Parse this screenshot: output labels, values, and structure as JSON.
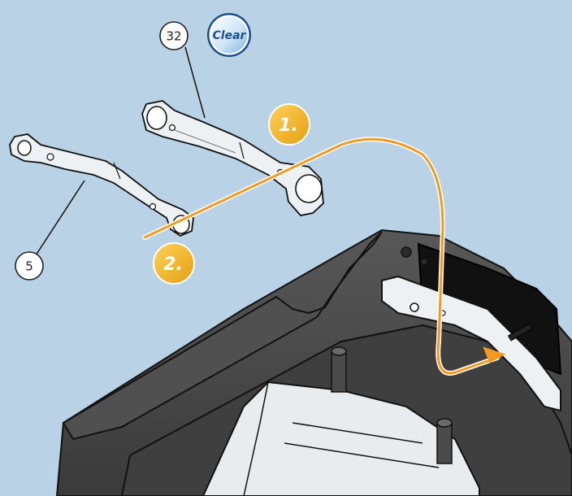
{
  "colors": {
    "background": "#b9d2e6",
    "part_dark": "#4a4a4a",
    "part_outline": "#111111",
    "part_light": "#eef1f4",
    "arrow": "#f29a1f",
    "step_badge": "#f2b51c"
  },
  "callouts": [
    {
      "id": "part-32",
      "number": "32"
    },
    {
      "id": "part-5",
      "number": "5"
    }
  ],
  "clear_badge": {
    "label": "Clear"
  },
  "steps": [
    {
      "label": "1."
    },
    {
      "label": "2."
    }
  ]
}
